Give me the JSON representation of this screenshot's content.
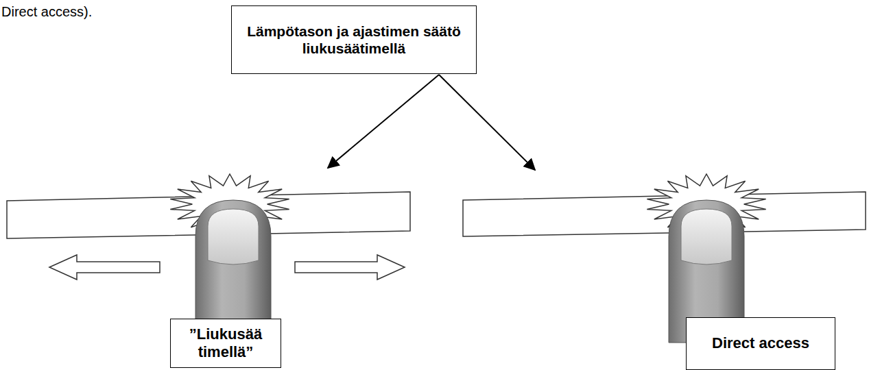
{
  "diagram": {
    "nodes": [
      {
        "text": [
          "Lämpötason ja ajastimen säätö liukusäätimellä"
        ]
      },
      {
        "text": [
          "”Liukusää timellä”"
        ]
      },
      {
        "text": [
          "Direct access"
        ]
      }
    ],
    "labels": [
      "Direct access)."
    ]
  }
}
